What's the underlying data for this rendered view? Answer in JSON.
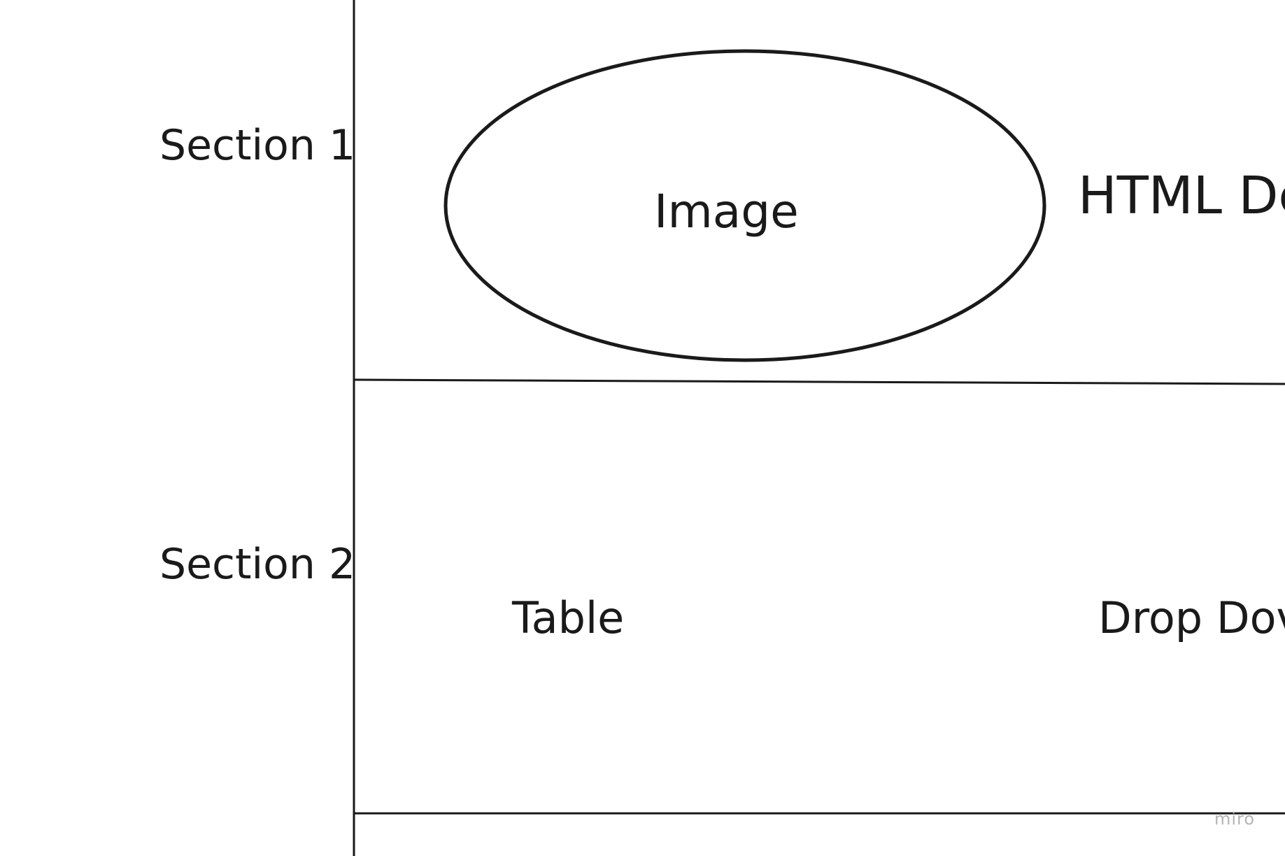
{
  "diagram": {
    "sections": [
      {
        "label": "Section 1"
      },
      {
        "label": "Section 2"
      }
    ],
    "image_placeholder": {
      "label": "Image"
    },
    "html_label": "HTML De",
    "table_label": "Table",
    "dropdown_label": "Drop Dov",
    "stroke_color": "#1a1a1a"
  },
  "watermark": "miro"
}
